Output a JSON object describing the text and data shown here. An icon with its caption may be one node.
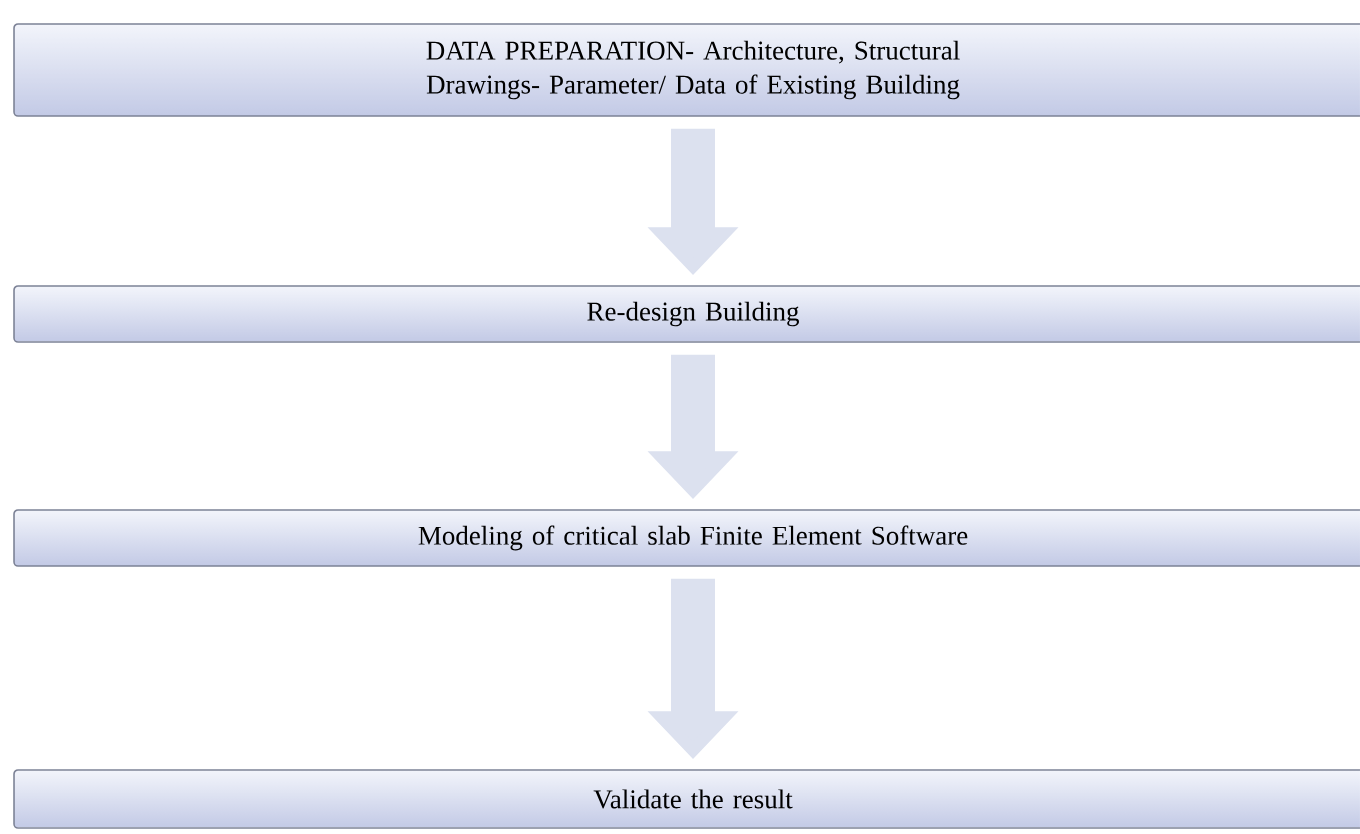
{
  "diagram": {
    "nodes": [
      {
        "text": [
          "DATA PREPARATION- Architecture, Structural Drawings- Parameter/ Data of Existing Building"
        ]
      },
      {
        "text": [
          "Re-design Building"
        ]
      },
      {
        "text": [
          "Modeling of critical slab Finite Element Software"
        ]
      },
      {
        "text": [
          "Validate the result"
        ]
      }
    ],
    "edges": [
      {
        "from": 0,
        "to": 1,
        "arrow": "to"
      },
      {
        "from": 1,
        "to": 2,
        "arrow": "to"
      },
      {
        "from": 2,
        "to": 3,
        "arrow": "to"
      }
    ]
  }
}
